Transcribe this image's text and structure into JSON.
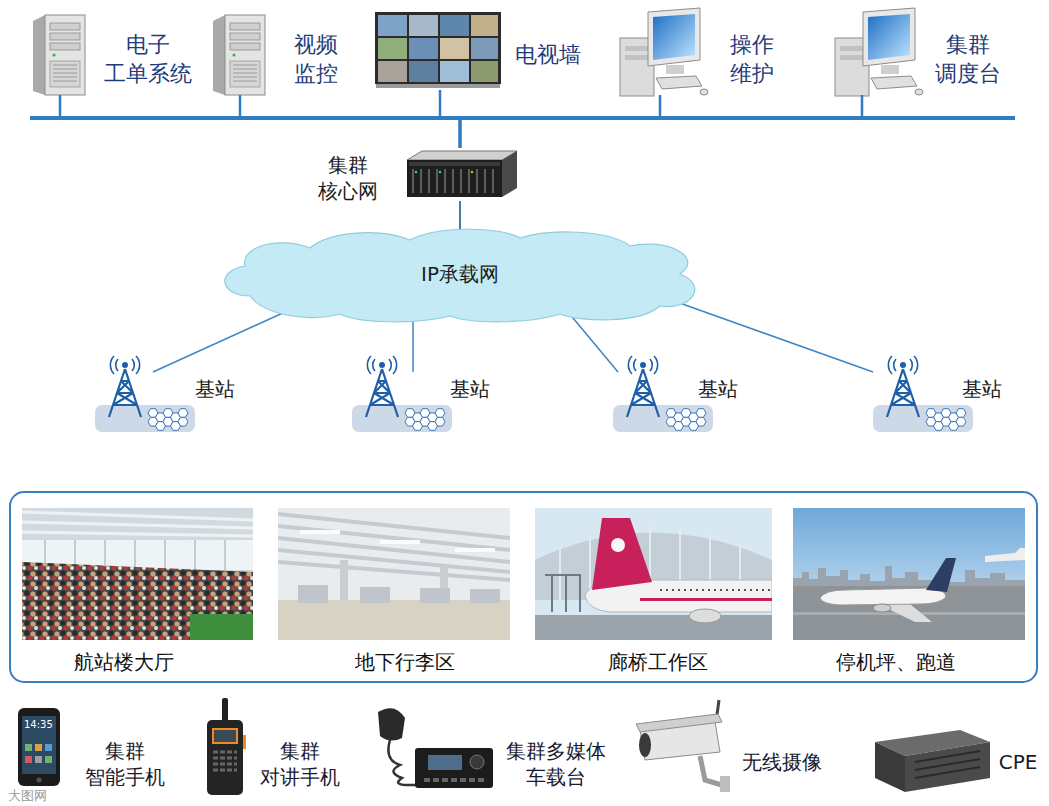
{
  "diagram": {
    "nodes": [
      {
        "text": [
          "电子 工单系统"
        ]
      },
      {
        "text": [
          "视频 监控"
        ]
      },
      {
        "text": [
          "电视墙"
        ]
      },
      {
        "text": [
          "操作 维护"
        ]
      },
      {
        "text": [
          "集群 调度台"
        ]
      },
      {
        "text": [
          "集群 核心网"
        ]
      },
      {
        "text": [
          "IP承载网"
        ]
      },
      {
        "text": [
          "基站"
        ]
      },
      {
        "text": [
          "基站"
        ]
      },
      {
        "text": [
          "基站"
        ]
      },
      {
        "text": [
          "基站"
        ]
      },
      {
        "text": [
          "航站楼大厅"
        ]
      },
      {
        "text": [
          "地下行李区"
        ]
      },
      {
        "text": [
          "廊桥工作区"
        ]
      },
      {
        "text": [
          "停机坪、跑道"
        ]
      },
      {
        "text": [
          "集群 智能手机"
        ]
      },
      {
        "text": [
          "集群 对讲手机"
        ]
      },
      {
        "text": [
          "集群多媒体 车载台"
        ]
      },
      {
        "text": [
          "无线摄像"
        ]
      },
      {
        "text": [
          "CPE"
        ]
      }
    ],
    "edges": [
      {
        "from": 0,
        "to": 5,
        "arrow": "none"
      },
      {
        "from": 1,
        "to": 5,
        "arrow": "none"
      },
      {
        "from": 2,
        "to": 5,
        "arrow": "none"
      },
      {
        "from": 3,
        "to": 5,
        "arrow": "none"
      },
      {
        "from": 4,
        "to": 5,
        "arrow": "none"
      },
      {
        "from": 5,
        "to": 6,
        "arrow": "none"
      },
      {
        "from": 6,
        "to": 7,
        "arrow": "none"
      },
      {
        "from": 6,
        "to": 8,
        "arrow": "none"
      },
      {
        "from": 6,
        "to": 9,
        "arrow": "none"
      },
      {
        "from": 6,
        "to": 10,
        "arrow": "none"
      }
    ],
    "labels": [
      "14:35",
      "大图网"
    ]
  }
}
